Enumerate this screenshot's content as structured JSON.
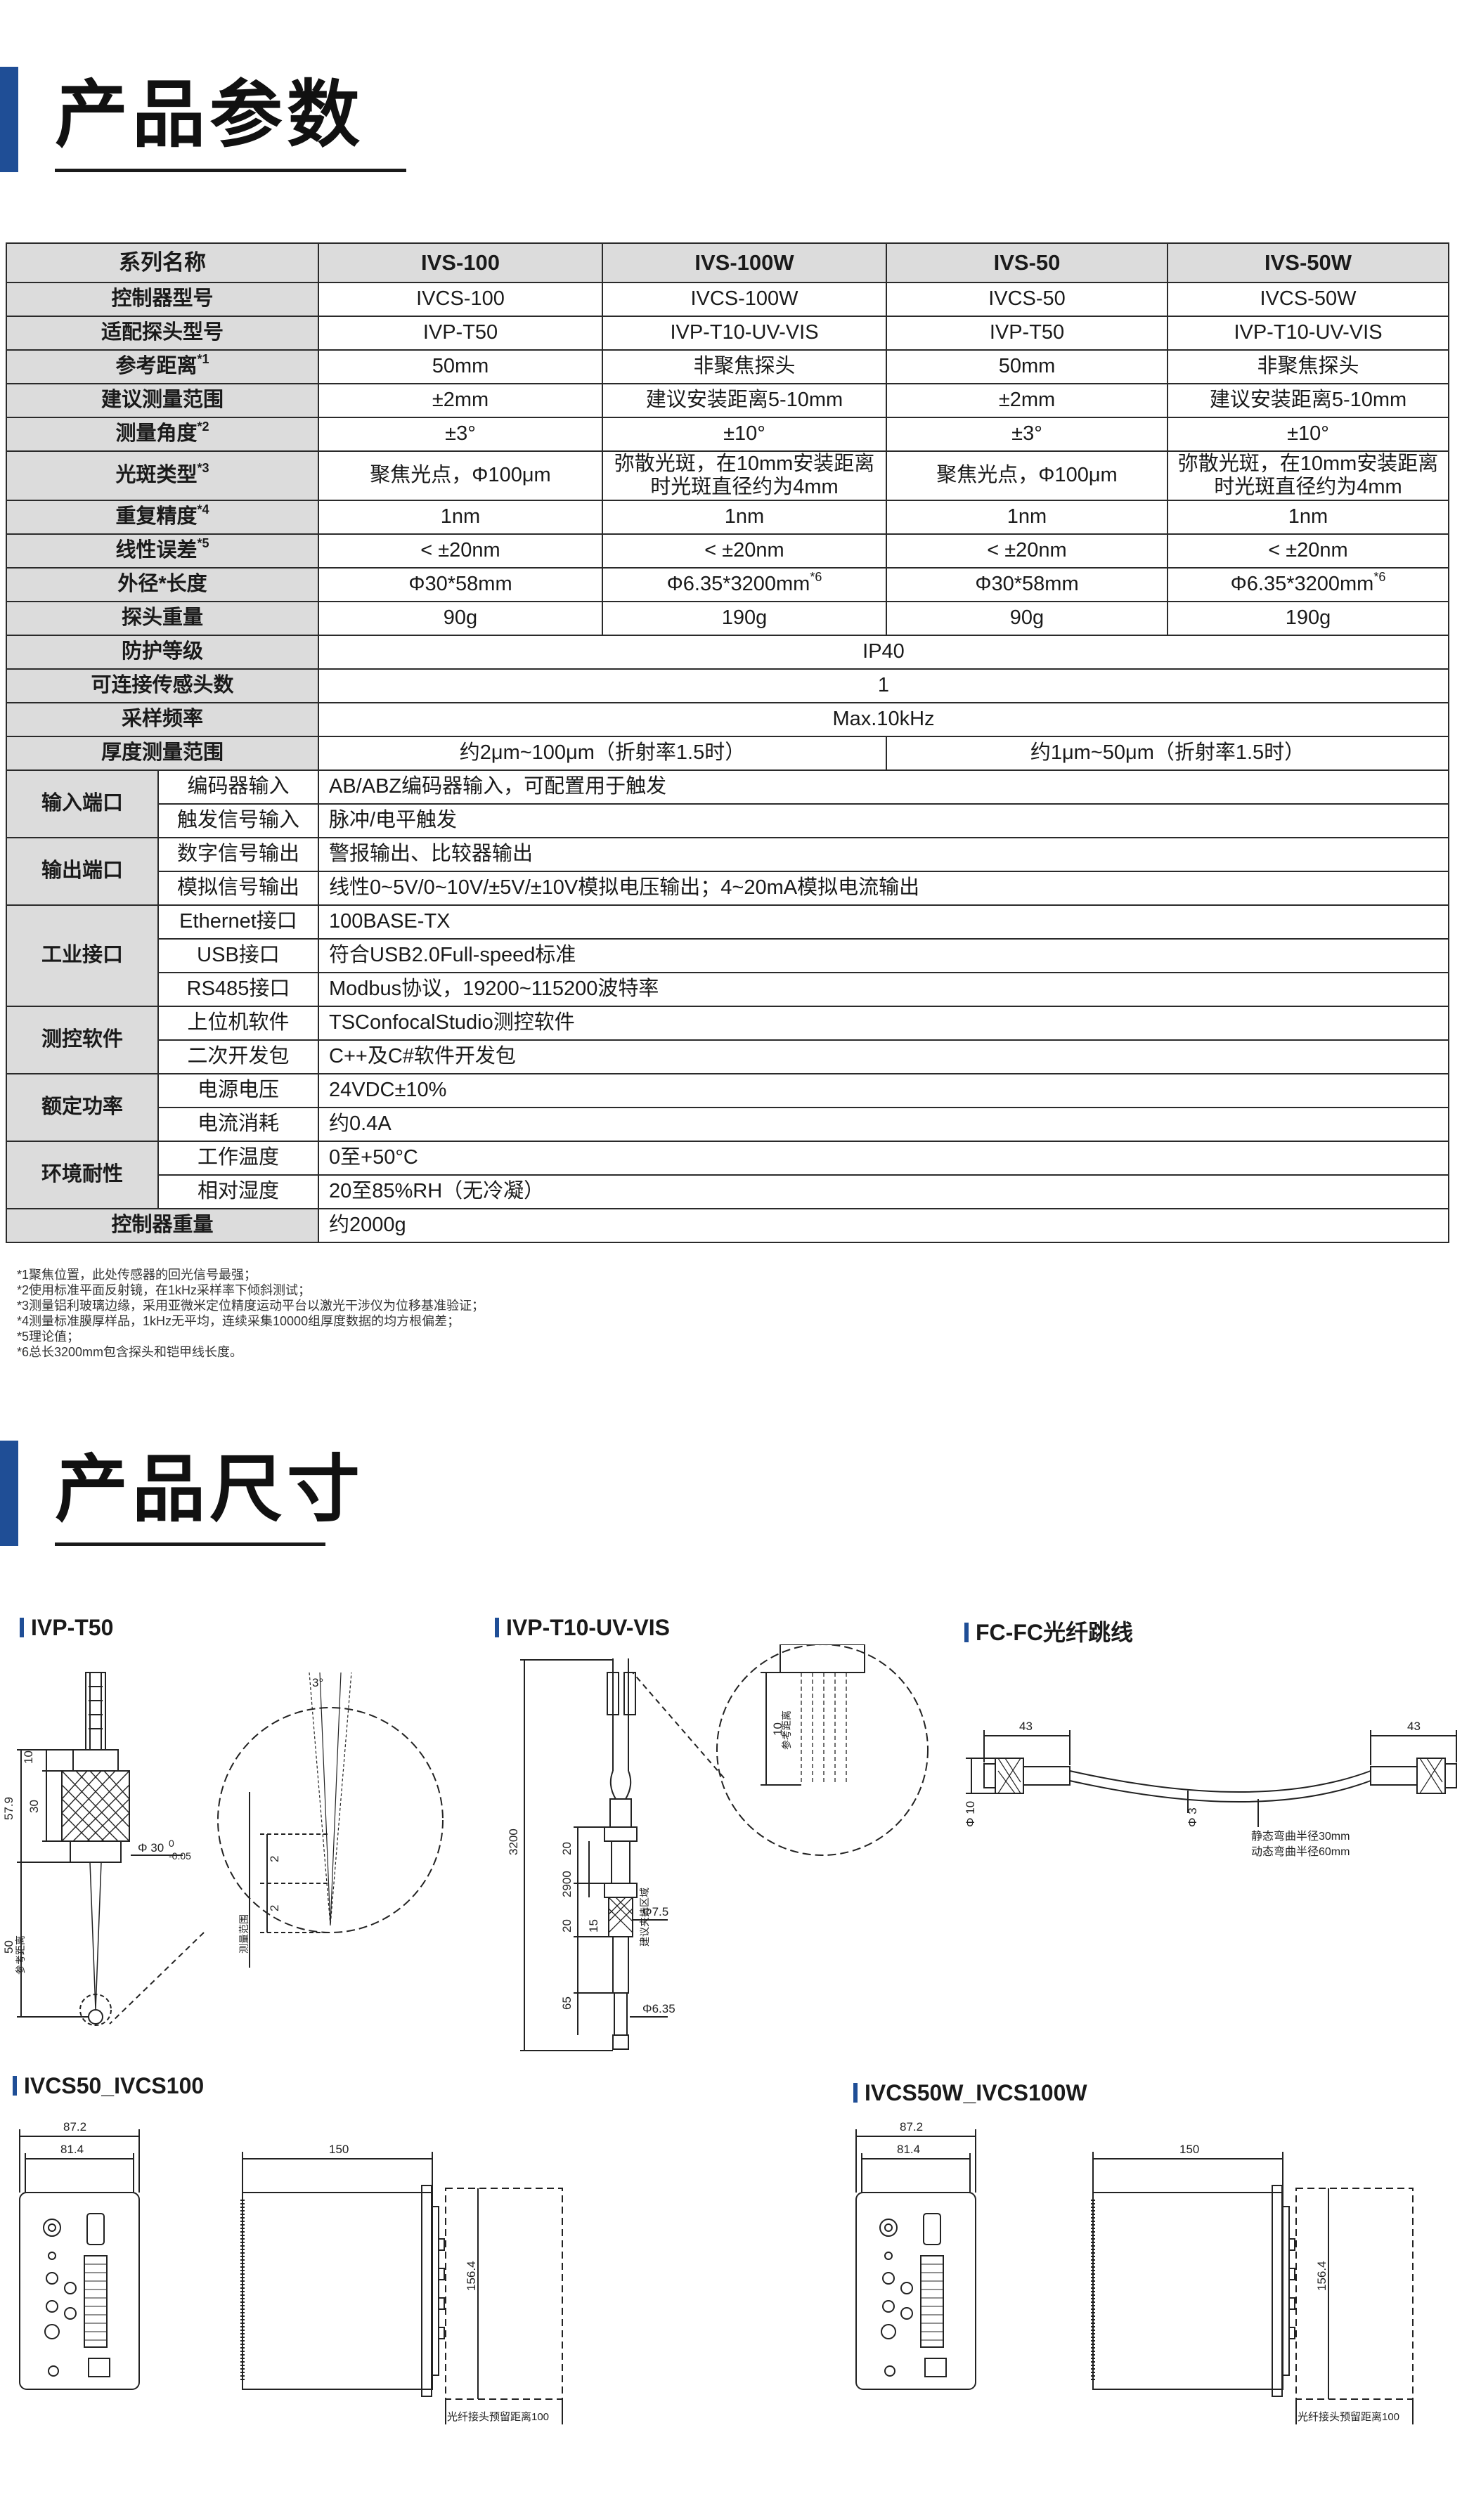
{
  "sections": {
    "params_title": "产品参数",
    "dims_title": "产品尺寸"
  },
  "table": {
    "header": [
      "系列名称",
      "IVS-100",
      "IVS-100W",
      "IVS-50",
      "IVS-50W"
    ],
    "rows": [
      {
        "label": "控制器型号",
        "sup": "",
        "cells": [
          "IVCS-100",
          "IVCS-100W",
          "IVCS-50",
          "IVCS-50W"
        ]
      },
      {
        "label": "适配探头型号",
        "sup": "",
        "cells": [
          "IVP-T50",
          "IVP-T10-UV-VIS",
          "IVP-T50",
          "IVP-T10-UV-VIS"
        ]
      },
      {
        "label": "参考距离",
        "sup": "*1",
        "cells": [
          "50mm",
          "非聚焦探头",
          "50mm",
          "非聚焦探头"
        ]
      },
      {
        "label": "建议测量范围",
        "sup": "",
        "cells": [
          "±2mm",
          "建议安装距离5-10mm",
          "±2mm",
          "建议安装距离5-10mm"
        ]
      },
      {
        "label": "测量角度",
        "sup": "*2",
        "cells": [
          "±3°",
          "±10°",
          "±3°",
          "±10°"
        ]
      },
      {
        "label": "光斑类型",
        "sup": "*3",
        "cells": [
          "聚焦光点，Φ100μm",
          "弥散光斑，在10mm安装距离时光斑直径约为4mm",
          "聚焦光点，Φ100μm",
          "弥散光斑，在10mm安装距离时光斑直径约为4mm"
        ]
      },
      {
        "label": "重复精度",
        "sup": "*4",
        "cells": [
          "1nm",
          "1nm",
          "1nm",
          "1nm"
        ]
      },
      {
        "label": "线性误差",
        "sup": "*5",
        "cells": [
          "< ±20nm",
          "< ±20nm",
          "< ±20nm",
          "< ±20nm"
        ]
      },
      {
        "label": "外径*长度",
        "sup": "",
        "cells": [
          "Φ30*58mm",
          "Φ6.35*3200mm",
          "Φ30*58mm",
          "Φ6.35*3200mm"
        ],
        "cell_sup": [
          "",
          "*6",
          "",
          "*6"
        ]
      },
      {
        "label": "探头重量",
        "sup": "",
        "cells": [
          "90g",
          "190g",
          "90g",
          "190g"
        ]
      }
    ],
    "span_rows": [
      {
        "label": "防护等级",
        "value": "IP40"
      },
      {
        "label": "可连接传感头数",
        "value": "1"
      },
      {
        "label": "采样频率",
        "value": "Max.10kHz"
      }
    ],
    "thickness": {
      "label": "厚度测量范围",
      "left": "约2μm~100μm（折射率1.5时）",
      "right": "约1μm~50μm（折射率1.5时）"
    },
    "groups": [
      {
        "label": "输入端口",
        "items": [
          {
            "sub": "编码器输入",
            "value": "AB/ABZ编码器输入，可配置用于触发"
          },
          {
            "sub": "触发信号输入",
            "value": "脉冲/电平触发"
          }
        ]
      },
      {
        "label": "输出端口",
        "items": [
          {
            "sub": "数字信号输出",
            "value": "警报输出、比较器输出"
          },
          {
            "sub": "模拟信号输出",
            "value": "线性0~5V/0~10V/±5V/±10V模拟电压输出；4~20mA模拟电流输出"
          }
        ]
      },
      {
        "label": "工业接口",
        "items": [
          {
            "sub": "Ethernet接口",
            "value": "100BASE-TX"
          },
          {
            "sub": "USB接口",
            "value": "符合USB2.0Full-speed标准"
          },
          {
            "sub": "RS485接口",
            "value": "Modbus协议，19200~115200波特率"
          }
        ]
      },
      {
        "label": "测控软件",
        "items": [
          {
            "sub": "上位机软件",
            "value": "TSConfocalStudio测控软件"
          },
          {
            "sub": "二次开发包",
            "value": "C++及C#软件开发包"
          }
        ]
      },
      {
        "label": "额定功率",
        "items": [
          {
            "sub": "电源电压",
            "value": "24VDC±10%"
          },
          {
            "sub": "电流消耗",
            "value": "约0.4A"
          }
        ]
      },
      {
        "label": "环境耐性",
        "items": [
          {
            "sub": "工作温度",
            "value": "0至+50°C"
          },
          {
            "sub": "相对湿度",
            "value": "20至85%RH（无冷凝）"
          }
        ]
      }
    ],
    "weight": {
      "label": "控制器重量",
      "value": "约2000g"
    }
  },
  "notes": [
    "*1聚焦位置，此处传感器的回光信号最强；",
    "*2使用标准平面反射镜，在1kHz采样率下倾斜测试；",
    "*3测量铝利玻璃边缘，采用亚微米定位精度运动平台以激光干涉仪为位移基准验证；",
    "*4测量标准膜厚样品，1kHz无平均，连续采集10000组厚度数据的均方根偏差；",
    "*5理论值；",
    "*6总长3200mm包含探头和铠甲线长度。"
  ],
  "drawings": {
    "ivp_t50": {
      "title": "IVP-T50",
      "labels": {
        "d10": "10",
        "d30": "30",
        "d579": "57.9",
        "phi": "Φ 30",
        "tol0": "0",
        "tol": "-0.05",
        "d50": "50",
        "ref": "参考距离",
        "ang": "3°",
        "meas": "测量范围",
        "two_a": "2",
        "two_b": "2"
      }
    },
    "ivp_t10": {
      "title": "IVP-T10-UV-VIS",
      "labels": {
        "d3200": "3200",
        "d20a": "20",
        "d2900": "2900",
        "d20b": "20",
        "d15": "15",
        "d65": "65",
        "phi75": "Φ7.5",
        "phi635": "Φ6.35",
        "clamp": "建议夹持区域",
        "d10": "10",
        "ref": "参考距离"
      }
    },
    "fc": {
      "title": "FC-FC光纤跳线",
      "labels": {
        "d43a": "43",
        "d43b": "43",
        "phi10": "Φ 10",
        "phi3": "Φ 3",
        "static": "静态弯曲半径30mm",
        "dynamic": "动态弯曲半径60mm"
      }
    },
    "ivcs50": {
      "title": "IVCS50_IVCS100",
      "labels": {
        "d872": "87.2",
        "d814": "81.4",
        "d150": "150",
        "d1564": "156.4",
        "reserve": "光纤接头预留距离100"
      }
    },
    "ivcs50w": {
      "title": "IVCS50W_IVCS100W",
      "labels": {
        "d872": "87.2",
        "d814": "81.4",
        "d150": "150",
        "d1564": "156.4",
        "reserve": "光纤接头预留距离100"
      }
    }
  }
}
